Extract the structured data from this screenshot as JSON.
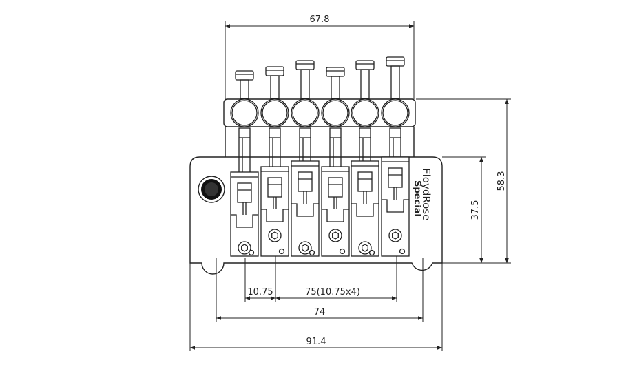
{
  "dimensions": {
    "top_width": "67.8",
    "total_height": "58.3",
    "plate_height": "37.5",
    "saddle_spacing": "10.75",
    "saddle_span": "75(10.75x4)",
    "post_spacing": "74",
    "total_width": "91.4"
  },
  "brand": {
    "name": "FloydRose",
    "model": "Special"
  },
  "colors": {
    "line": "#222222",
    "background": "#ffffff"
  }
}
